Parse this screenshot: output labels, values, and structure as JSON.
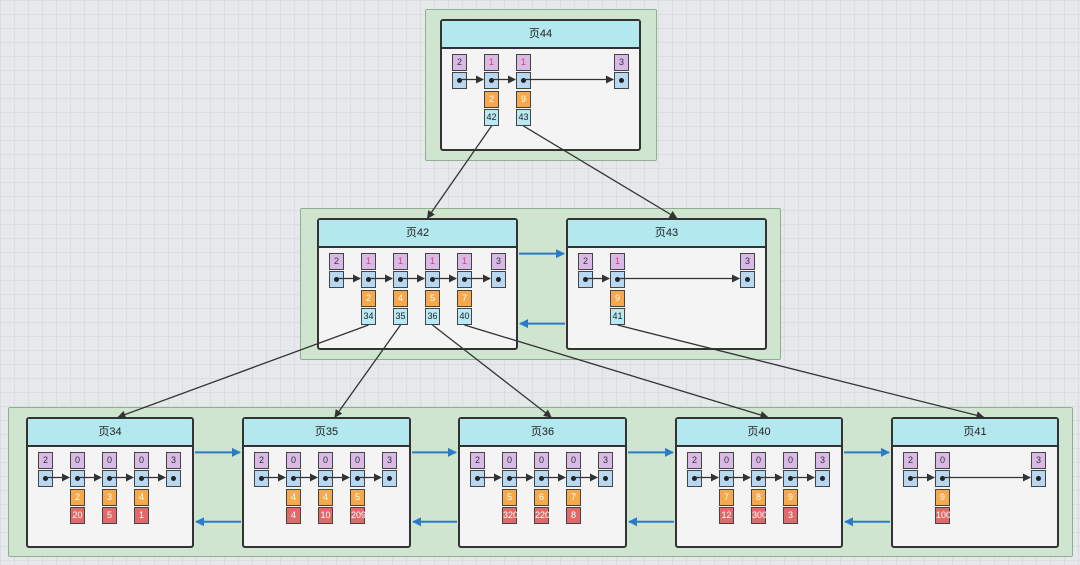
{
  "colors": {
    "level_bg": "#cfe5cf",
    "title_bg": "#b3e8ee",
    "head_cell": "#d9b9e6",
    "pointer_cell": "#b8d8f2",
    "key_cell": "#f5a94a",
    "child_cell": "#b9e9f2",
    "value_cell": "#e06a6a",
    "sibling_arrow": "#2b7bc9",
    "tree_arrow": "#333333"
  },
  "pages": {
    "p44": {
      "title": "页44",
      "records": [
        {
          "flag": "2"
        },
        {
          "flag": "1",
          "key": "2",
          "child": "42"
        },
        {
          "flag": "1",
          "key": "9",
          "child": "43"
        },
        {
          "flag": "3"
        }
      ]
    },
    "p42": {
      "title": "页42",
      "records": [
        {
          "flag": "2"
        },
        {
          "flag": "1",
          "key": "2",
          "child": "34"
        },
        {
          "flag": "1",
          "key": "4",
          "child": "35"
        },
        {
          "flag": "1",
          "key": "5",
          "child": "36"
        },
        {
          "flag": "1",
          "key": "7",
          "child": "40"
        },
        {
          "flag": "3"
        }
      ]
    },
    "p43": {
      "title": "页43",
      "records": [
        {
          "flag": "2"
        },
        {
          "flag": "1",
          "key": "9",
          "child": "41"
        },
        {
          "flag": "3"
        }
      ]
    },
    "p34": {
      "title": "页34",
      "records": [
        {
          "flag": "2"
        },
        {
          "flag": "0",
          "key": "2",
          "val": "20"
        },
        {
          "flag": "0",
          "key": "3",
          "val": "5"
        },
        {
          "flag": "0",
          "key": "4",
          "val": "1"
        },
        {
          "flag": "3"
        }
      ]
    },
    "p35": {
      "title": "页35",
      "records": [
        {
          "flag": "2"
        },
        {
          "flag": "0",
          "key": "4",
          "val": "4"
        },
        {
          "flag": "0",
          "key": "4",
          "val": "10"
        },
        {
          "flag": "0",
          "key": "5",
          "val": "209"
        },
        {
          "flag": "3"
        }
      ]
    },
    "p36": {
      "title": "页36",
      "records": [
        {
          "flag": "2"
        },
        {
          "flag": "0",
          "key": "5",
          "val": "320"
        },
        {
          "flag": "0",
          "key": "6",
          "val": "220"
        },
        {
          "flag": "0",
          "key": "7",
          "val": "8"
        },
        {
          "flag": "3"
        }
      ]
    },
    "p40": {
      "title": "页40",
      "records": [
        {
          "flag": "2"
        },
        {
          "flag": "0",
          "key": "7",
          "val": "12"
        },
        {
          "flag": "0",
          "key": "8",
          "val": "300"
        },
        {
          "flag": "0",
          "key": "9",
          "val": "3"
        },
        {
          "flag": "3"
        }
      ]
    },
    "p41": {
      "title": "页41",
      "records": [
        {
          "flag": "2"
        },
        {
          "flag": "0",
          "key": "9",
          "val": "100"
        },
        {
          "flag": "3"
        }
      ]
    }
  }
}
